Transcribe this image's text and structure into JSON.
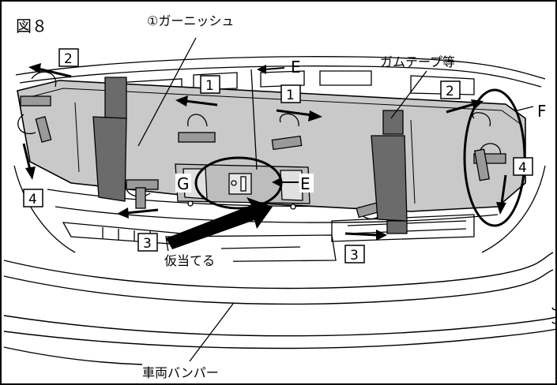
{
  "figure_label": "図８",
  "labels": {
    "garnish": "①ガーニッシュ",
    "tape": "ガムテープ等",
    "temp_fit": "仮当てる",
    "bumper": "車両バンパー",
    "e_top": "E",
    "e_mid": "E",
    "f": "F",
    "g": "G"
  },
  "step_boxes": {
    "s1_left": "1",
    "s1_right": "1",
    "s2_left": "2",
    "s2_right": "2",
    "s3_left": "3",
    "s3_right": "3",
    "s4_left": "4",
    "s4_right": "4"
  },
  "colors": {
    "garnish_fill": "#c9c9c9",
    "tape_fill": "#6b6b6b",
    "line": "#000000"
  }
}
